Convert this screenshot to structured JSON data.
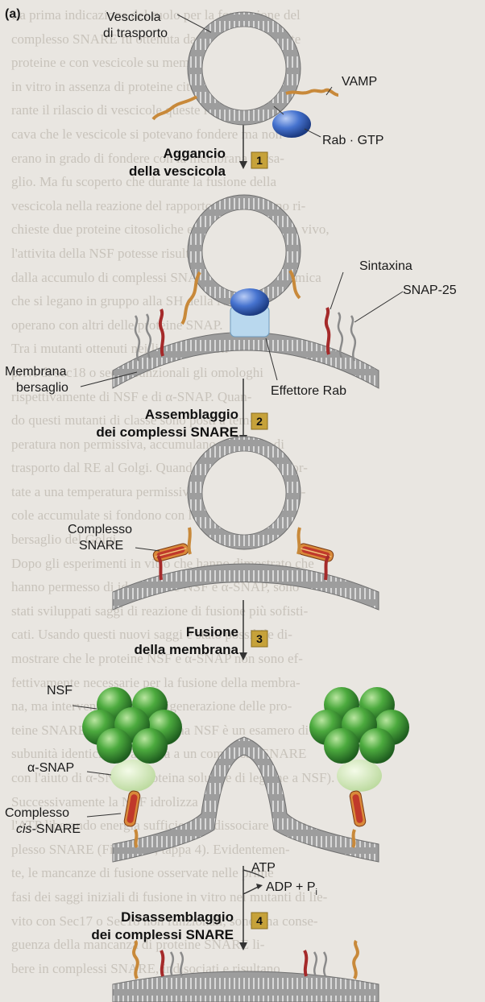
{
  "panel_label": "(a)",
  "background_text": [
    "La prima indicazione del ruolo per la formazione del",
    "complesso SNARE fu ottenuta da esperimenti di alte",
    "proteine e con vescicole su membrane di trasporto",
    "in vitro in assenza di proteine citosoliche. Du-",
    "rante il rilascio di vescicole queste reazioni indi-",
    "cava che le vescicole si potevano fondere ma non",
    "erano in grado di fondere con la membrana bersa-",
    "glio. Ma fu scoperto che durante la fusione della",
    "vescicola nella reazione del rapporto in vitro erano ri-",
    "chieste due proteine citosoliche e NSF e α-SNAP. In vivo,",
    "l'attivita della NSF potesse risultare selettivamente",
    "dalla accumulo di complessi SNARE in assenza chimica",
    "che si legano in gruppo alla SH della NSF",
    "operano con altri delle proteine SNAP.",
    "Tra i mutanti ottenuti nei lieviti sec non",
    "privi di sec18 o sec17 funzionali gli omologhi",
    "rispettivamente di NSF e di α-SNAP. Quan-",
    "do questi mutanti di classe sono posti a tem-",
    "peratura non permissiva, accumulano vescicole di",
    "trasporto dal RE al Golgi. Quando le cellule sono por-",
    "tate a una temperatura permissiva, più basse, le vesci-",
    "cole accumulate si fondono con le membrane",
    "bersaglio del Golgi.",
    "Dopo gli esperimenti in vitro che hanno dimostrato che",
    "hanno permesso di identificare NSF e α-SNAP, sono",
    "stati sviluppati saggi di reazione di fusione più sofisti-",
    "cati. Usando questi nuovi saggi è stato possibile di-",
    "mostrare che le proteine NSF e α-SNAP non sono ef-",
    "fettivamente necessarie per la fusione della membra-",
    "na, ma intervengono per la rigenerazione delle pro-",
    "teine SNARE libere. La proteina NSF è un esamero di",
    "subunità identiche, si associa a un complesso SNARE",
    "con l'aiuto di α-SNAP (proteina solubile di legame a NSF).",
    "Successivamente la NSF idrolizza",
    "l'ATP liberando energia sufficiente a dissociare il com-",
    "plesso SNARE (Figura 17, tappa 4). Evidentemen-",
    "te, le mancanze di fusione osservate nelle prime",
    "fasi dei saggi iniziali di fusione in vitro nei mutanti di lie-",
    "vito con Sec17 o Sec18 non funzionali, sono una conse-",
    "guenza della mancanza di proteine SNARE li-",
    "bere in complessi SNARE, indisociati e risultano"
  ],
  "labels": {
    "vescicola": "Vescicola\ndi trasporto",
    "vamp": "VAMP",
    "rab_gtp": "Rab · GTP",
    "sintaxina": "Sintaxina",
    "snap25": "SNAP-25",
    "membrana": "Membrana\nbersaglio",
    "effettore": "Effettore Rab",
    "complesso": "Complesso\nSNARE",
    "nsf": "NSF",
    "asnap": "α-SNAP",
    "cis_prefix": "Complesso",
    "cis_italic": "cis",
    "cis_suffix": "-SNARE",
    "atp": "ATP",
    "adp": "ADP + P",
    "adp_sub": "i"
  },
  "steps": [
    {
      "title_1": "Aggancio",
      "title_2": "della vescicola",
      "num": "1"
    },
    {
      "title_1": "Assemblaggio",
      "title_2": "dei complessi SNARE",
      "num": "2"
    },
    {
      "title_1": "Fusione",
      "title_2": "della membrana",
      "num": "3"
    },
    {
      "title_1": "Disassemblaggio",
      "title_2": "dei complessi SNARE",
      "num": "4"
    }
  ],
  "colors": {
    "membrane": "#9a9a9a",
    "vamp": "#c8893a",
    "syntaxin": "#a52a2a",
    "snap25": "#8a8a8a",
    "rab": "#3c6bc4",
    "effector": "#b9d8ee",
    "nsf": "#3d9a3d",
    "asnap": "#cfe5b5",
    "step_box": "#c6a23a"
  }
}
